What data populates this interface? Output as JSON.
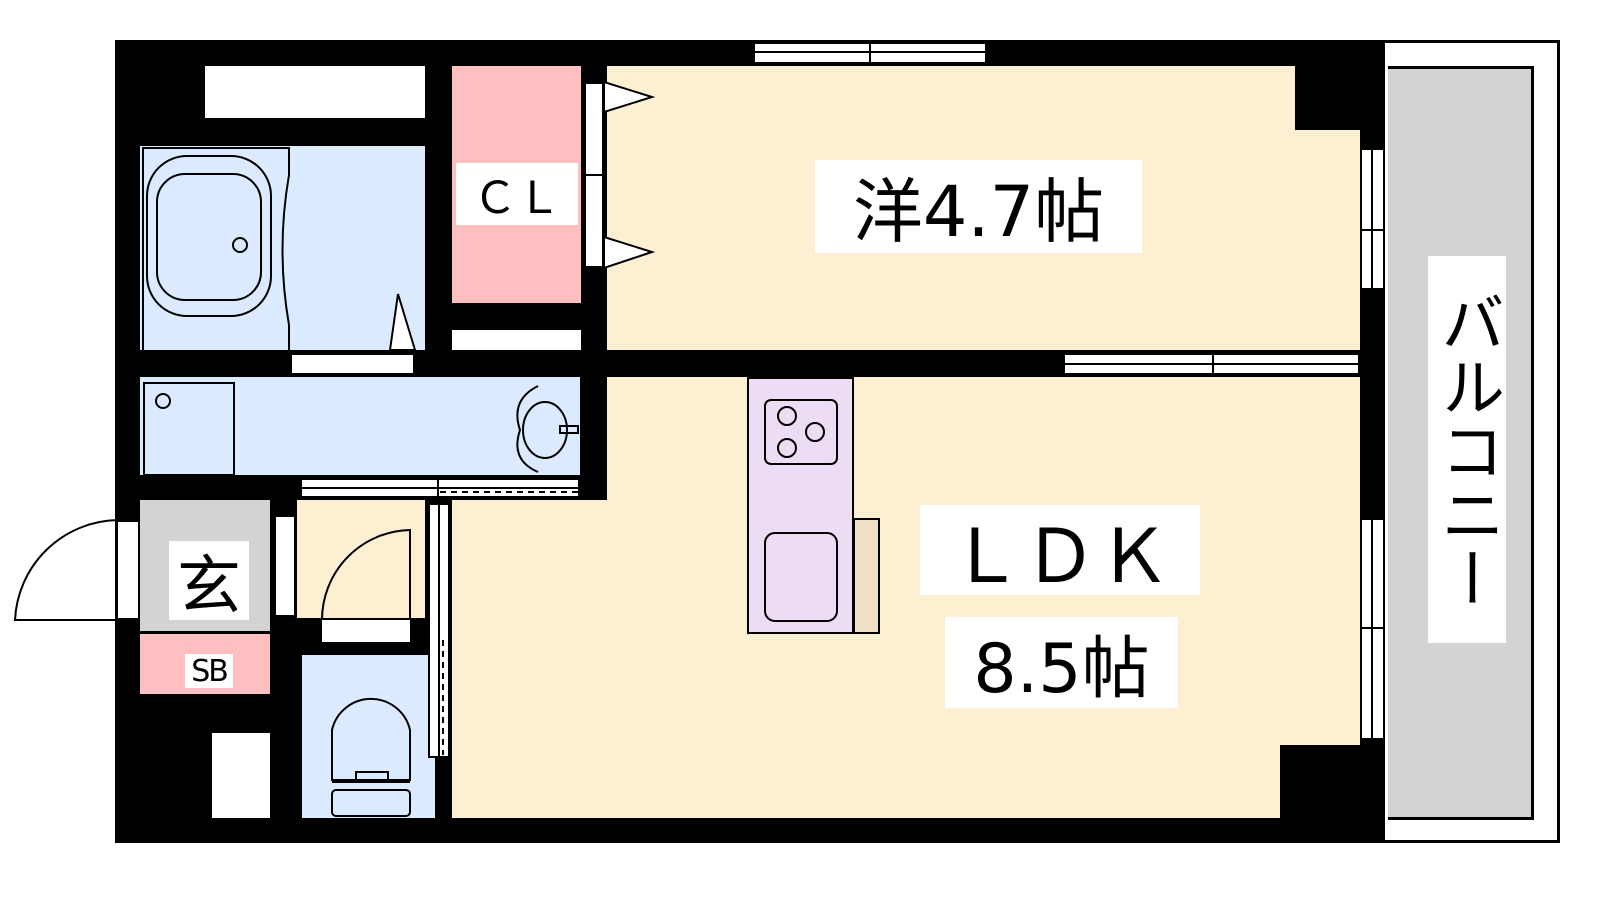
{
  "floor_plan": {
    "rooms": {
      "western_room": "洋4.7帖",
      "closet": "ＣＬ",
      "ldk_name": "ＬＤＫ",
      "ldk_size": "8.5帖",
      "entrance": "玄",
      "shoe_box": "SB",
      "balcony": "バルコニー"
    },
    "colors": {
      "living_floor": "#fdf0d2",
      "wet_area": "#dbeafe",
      "storage": "#fdbfbf",
      "entrance": "#d3d3d3",
      "kitchen": "#ecdcf4",
      "wall": "#000000"
    }
  }
}
